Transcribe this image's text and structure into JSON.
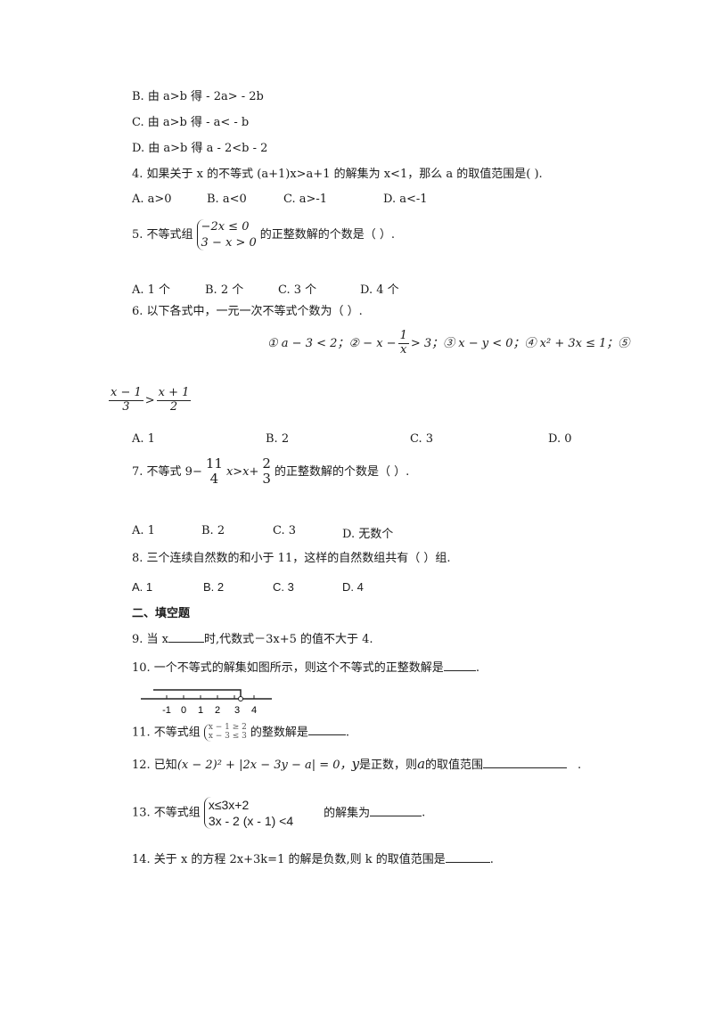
{
  "q3": {
    "opt_b": "B. 由 a>b 得 - 2a> - 2b",
    "opt_c": "C. 由 a>b 得 - a< - b",
    "opt_d": "D. 由 a>b 得 a - 2<b - 2"
  },
  "q4": {
    "stem": "4. 如果关于 x 的不等式 (a+1)x>a+1 的解集为 x<1，那么 a 的取值范围是(        ).",
    "options": [
      "A. a>0",
      "B. a<0",
      "C. a>-1",
      "D. a<-1"
    ]
  },
  "q5": {
    "prefix": "5. 不等式组",
    "eq1": "−2x ≤ 0",
    "eq2": "3 − x > 0",
    "suffix": "的正整数解的个数是（        ）.",
    "options": [
      "A. 1 个",
      "B. 2 个",
      "C. 3 个",
      "D. 4 个"
    ]
  },
  "q6": {
    "stem": "6. 以下各式中，一元一次不等式个数为（        ）.",
    "expr_1": "① a − 3 < 2；② − x −",
    "frac_num": "1",
    "frac_den": "x",
    "expr_2": "> 3；③ x − y < 0；④ x² + 3x ≤ 1；⑤",
    "f5_num1": "x − 1",
    "f5_den1": "3",
    "f5_op": ">",
    "f5_num2": "x + 1",
    "f5_den2": "2",
    "options": [
      "A. 1",
      "B. 2",
      "C. 3",
      "D. 0"
    ]
  },
  "q7": {
    "prefix": "7. 不等式 9−",
    "frac1_num": "11",
    "frac1_den": "4",
    "mid": "x>x+",
    "frac2_num": "2",
    "frac2_den": "3",
    "suffix": "的正整数解的个数是（ ）.",
    "options": [
      "A. 1",
      "B. 2",
      "C. 3",
      "D. 无数个"
    ]
  },
  "q8": {
    "stem": "8. 三个连续自然数的和小于 11，这样的自然数组共有（ ）组.",
    "options": [
      "A. 1",
      "B. 2",
      "C. 3",
      "D. 4"
    ]
  },
  "section2": {
    "title": "二、填空题"
  },
  "q9": {
    "before": "9.  当 x",
    "after": "时,代数式－3x+5 的值不大于 4."
  },
  "q10": {
    "before": "10. 一个不等式的解集如图所示，则这个不等式的正整数解是",
    "after": ".",
    "ticks": [
      "-1",
      "0",
      "1",
      "2",
      "3",
      "4"
    ]
  },
  "q11": {
    "before": "11.  不等式组",
    "eq1": "x − 1 ≥ 2",
    "eq2": "x − 3 ≤ 3",
    "after": "的整数解是",
    "end": "."
  },
  "q12": {
    "before": "12. 已知",
    "expr": "(x − 2)² + |2x − 3y − a| = 0，",
    "var_y": "y",
    "mid": "是正数，则",
    "var_a": "a",
    "after": "的取值范围",
    "end": "."
  },
  "q13": {
    "before": "13.  不等式组",
    "eq1": "x≤3x+2",
    "eq2": "3x - 2 (x - 1) <4",
    "after": "的解集为",
    "end": "."
  },
  "q14": {
    "before": "14. 关于 x 的方程 2x+3k=1 的解是负数,则 k 的取值范围是",
    "end": "."
  }
}
